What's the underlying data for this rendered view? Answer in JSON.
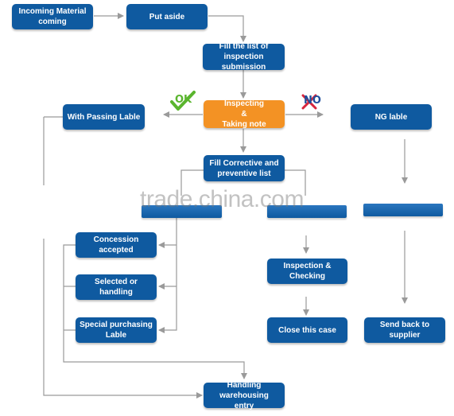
{
  "nodes": {
    "incoming": "Incoming Material\ncoming",
    "put_aside": "Put aside",
    "fill_list": "Fill the list of inspection\nsubmission",
    "inspecting": "Inspecting\n&\nTaking note",
    "with_passing": "With Passing Lable",
    "ng_lable": "NG lable",
    "fill_corrective": "Fill Corrective and\npreventive list",
    "concession": "Concession accepted",
    "selected": "Selected or handling",
    "special": "Special purchasing\nLable",
    "inspection_checking": "Inspection & Checking",
    "close_case": "Close this case",
    "send_back": "Send back to supplier",
    "handling": "Handling  warehousing\nentry"
  },
  "marks": {
    "ok": "OK",
    "no": "NO"
  },
  "watermark": "trade.china.com",
  "colors": {
    "box": "#0f5aa0",
    "highlight": "#f39224",
    "connector": "#9a9a9a",
    "ok": "#5ab52e",
    "no": "#d7263d"
  },
  "icons": {
    "ok_mark": "check-icon",
    "no_mark": "cross-icon"
  }
}
